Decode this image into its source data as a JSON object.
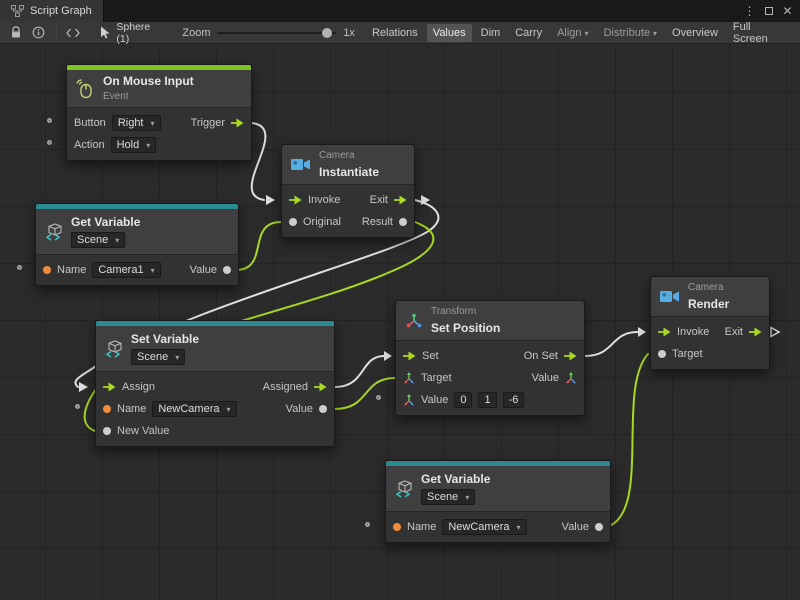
{
  "titlebar": {
    "tab": "Script Graph"
  },
  "icons": {
    "menu": "⋮",
    "close": "✕"
  },
  "toolbar": {
    "selection": "Sphere (1)",
    "zoom_label": "Zoom",
    "zoom_value": "1x",
    "buttons": [
      {
        "label": "Relations",
        "active": false
      },
      {
        "label": "Values",
        "active": true
      },
      {
        "label": "Dim",
        "active": false
      },
      {
        "label": "Carry",
        "active": false
      },
      {
        "label": "Align",
        "dropdown": true
      },
      {
        "label": "Distribute",
        "dropdown": true
      },
      {
        "label": "Overview",
        "active": false
      },
      {
        "label": "Full Screen",
        "active": false
      }
    ]
  },
  "nodes": {
    "on_mouse_input": {
      "title": "On Mouse Input",
      "subtitle": "Event",
      "button_label": "Button",
      "button_value": "Right",
      "trigger_label": "Trigger",
      "action_label": "Action",
      "action_value": "Hold"
    },
    "instantiate": {
      "category": "Camera",
      "title": "Instantiate",
      "invoke_label": "Invoke",
      "exit_label": "Exit",
      "original_label": "Original",
      "result_label": "Result"
    },
    "get_variable_1": {
      "title": "Get Variable",
      "scope": "Scene",
      "name_label": "Name",
      "name_value": "Camera1",
      "value_label": "Value"
    },
    "set_variable": {
      "title": "Set Variable",
      "scope": "Scene",
      "assign_label": "Assign",
      "assigned_label": "Assigned",
      "name_label": "Name",
      "name_value": "NewCamera",
      "value_label": "Value",
      "new_value_label": "New Value"
    },
    "set_position": {
      "category": "Transform",
      "title": "Set Position",
      "set_label": "Set",
      "on_set_label": "On Set",
      "target_label": "Target",
      "value_out_label": "Value",
      "value_label": "Value",
      "x": "0",
      "y": "1",
      "z": "-6"
    },
    "render": {
      "category": "Camera",
      "title": "Render",
      "invoke_label": "Invoke",
      "exit_label": "Exit",
      "target_label": "Target"
    },
    "get_variable_2": {
      "title": "Get Variable",
      "scope": "Scene",
      "name_label": "Name",
      "name_value": "NewCamera",
      "value_label": "Value"
    }
  },
  "colors": {
    "event-green": "#7ec41f",
    "flow-green": "#a8d822",
    "variable-teal": "#2a8c90",
    "camera-blue": "#56aee2",
    "string-orange": "#ef8c3d",
    "wire-white": "#dedede"
  }
}
